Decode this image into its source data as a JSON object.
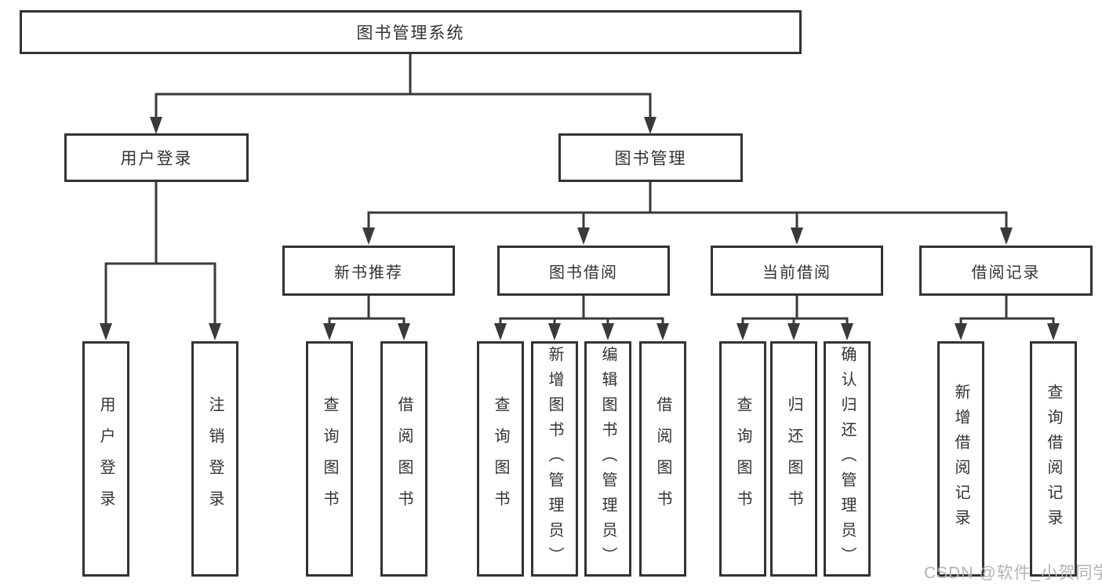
{
  "diagram": {
    "tree": {
      "root": {
        "label": "图书管理系统"
      },
      "branches": [
        {
          "label": "用户登录",
          "children": [
            {
              "label": "用户登录"
            },
            {
              "label": "注销登录"
            }
          ]
        },
        {
          "label": "图书管理",
          "children": [
            {
              "label": "新书推荐",
              "children": [
                {
                  "label": "查询图书"
                },
                {
                  "label": "借阅图书"
                }
              ]
            },
            {
              "label": "图书借阅",
              "children": [
                {
                  "label": "查询图书"
                },
                {
                  "label": "新增图书（管理员）"
                },
                {
                  "label": "编辑图书（管理员）"
                },
                {
                  "label": "借阅图书"
                }
              ]
            },
            {
              "label": "当前借阅",
              "children": [
                {
                  "label": "查询图书"
                },
                {
                  "label": "归还图书"
                },
                {
                  "label": "确认归还（管理员）"
                }
              ]
            },
            {
              "label": "借阅记录",
              "children": [
                {
                  "label": "新增借阅记录"
                },
                {
                  "label": "查询借阅记录"
                }
              ]
            }
          ]
        }
      ]
    }
  },
  "watermark": {
    "text": "CSDN @软件_小贺同学"
  },
  "colors": {
    "background": "#ffffff",
    "line": "#3a3a3a",
    "node_border": "#333333",
    "node_text": "#333333",
    "watermark": "#b3b3b3"
  }
}
